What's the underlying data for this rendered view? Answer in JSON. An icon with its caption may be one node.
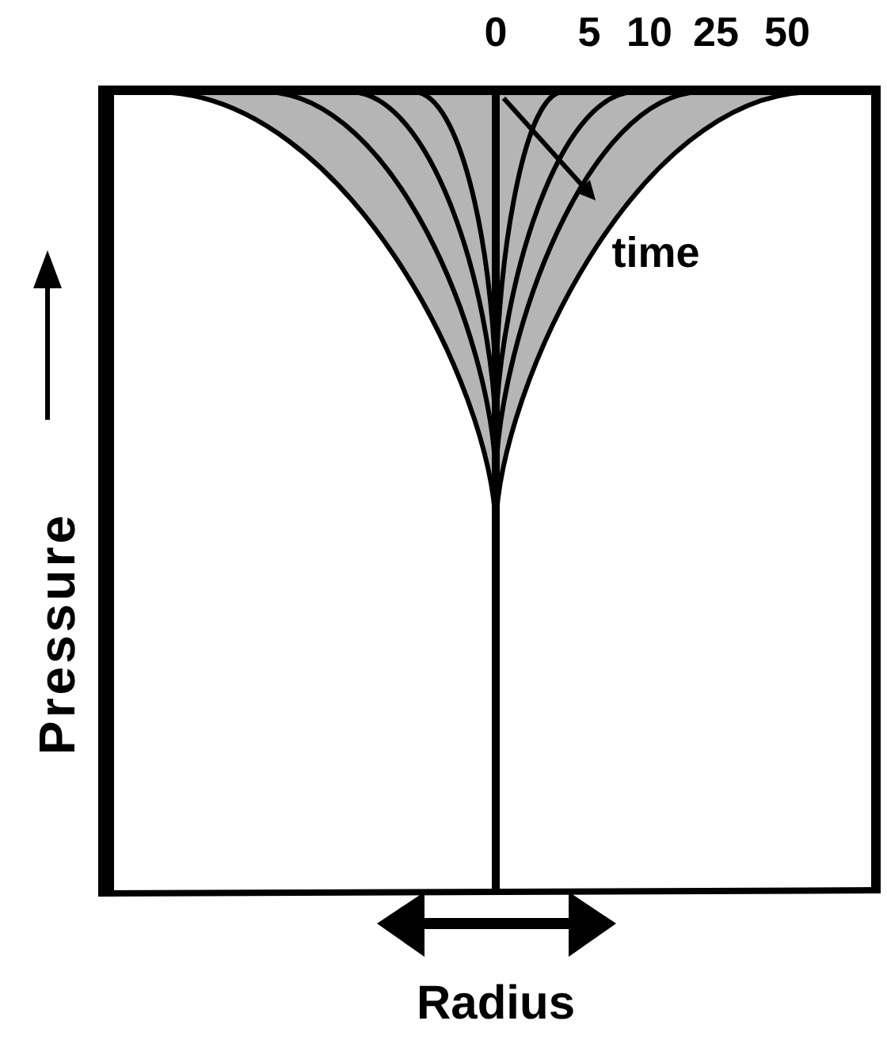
{
  "diagram": {
    "labels": [
      "0",
      "5",
      "10",
      "25",
      "50",
      "time",
      "Pressure",
      "Radius"
    ]
  }
}
